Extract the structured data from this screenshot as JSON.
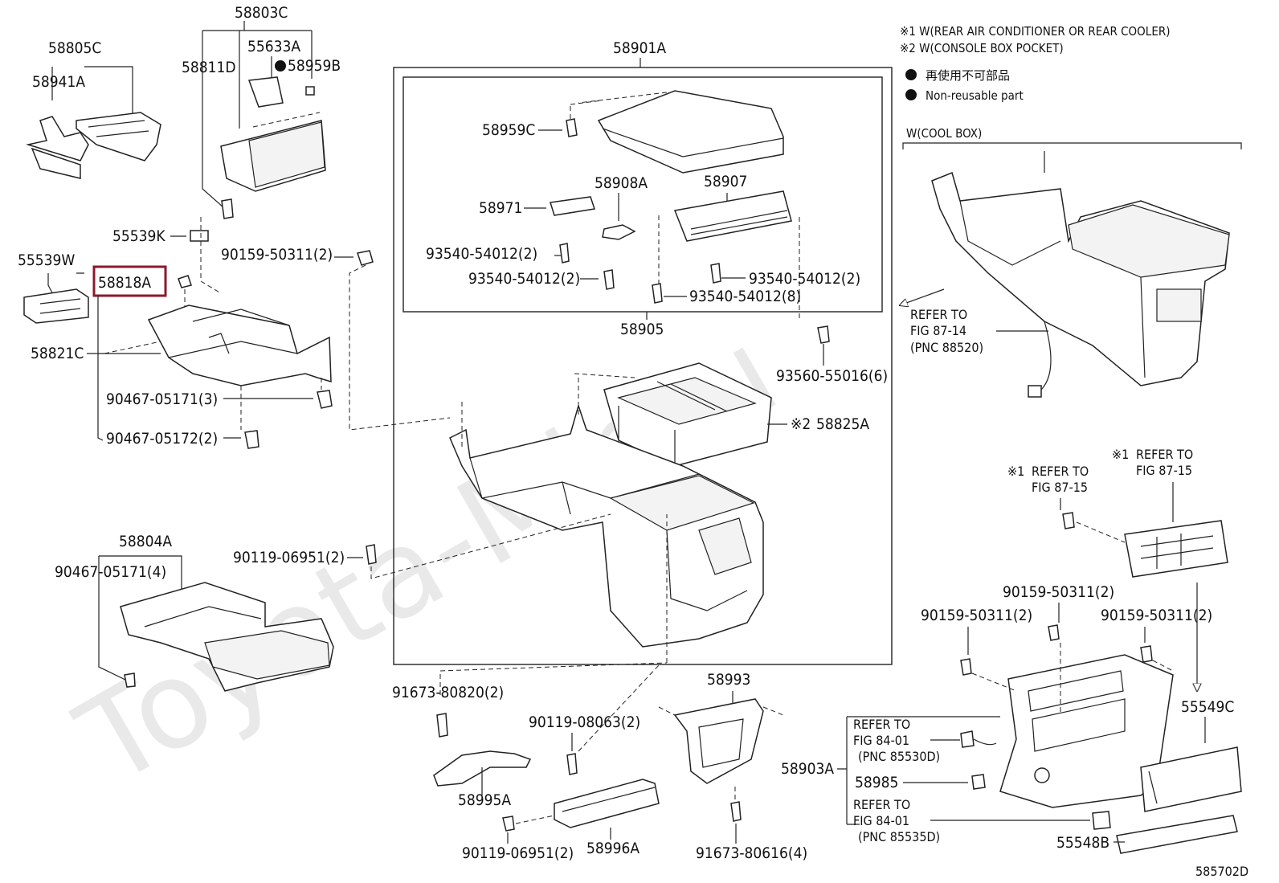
{
  "notes": {
    "note1": "※1 W(REAR AIR CONDITIONER OR REAR COOLER)",
    "note2": "※2 W(CONSOLE BOX POCKET)",
    "legend_jp": "再使用不可部品",
    "legend_en": "Non-reusable part",
    "cool_box": "W(COOL BOX)"
  },
  "watermark": "Toyota-Mir.ru",
  "diagram_id": "585702D",
  "parts": {
    "p58803C": "58803C",
    "p58805C": "58805C",
    "p55633A": "55633A",
    "p58959B": "58959B",
    "p58811D": "58811D",
    "p58941A": "58941A",
    "p55539K": "55539K",
    "p55539W": "55539W",
    "p58818A": "58818A",
    "p58821C": "58821C",
    "p90159_50311_2_a": "90159-50311(2)",
    "p90467_05171_3": "90467-05171(3)",
    "p90467_05172_2": "90467-05172(2)",
    "p58804A": "58804A",
    "p90467_05171_4": "90467-05171(4)",
    "p90119_06951_2_a": "90119-06951(2)",
    "p58901A": "58901A",
    "p58959C": "58959C",
    "p58971": "58971",
    "p58908A": "58908A",
    "p58907": "58907",
    "p93540_a": "93540-54012(2)",
    "p93540_b": "93540-54012(2)",
    "p93540_c": "93540-54012(2)",
    "p93540_8": "93540-54012(8)",
    "p58905": "58905",
    "p93560": "93560-55016(6)",
    "p58825A": "58825A",
    "p58825A_mark": "※2",
    "p91673_80820": "91673-80820(2)",
    "p58995A": "58995A",
    "p90119_08063": "90119-08063(2)",
    "p90119_06951_2_b": "90119-06951(2)",
    "p58996A": "58996A",
    "p58993": "58993",
    "p91673_80616": "91673-80616(4)",
    "p58903A": "58903A",
    "p58985": "58985",
    "p55549C": "55549C",
    "p55548B": "55548B",
    "p90159_50311_2_b": "90159-50311(2)",
    "p90159_50311_2_c": "90159-50311(2)",
    "p90159_50311_2_d": "90159-50311(2)"
  },
  "refs": {
    "r87_14_l1": "REFER TO",
    "r87_14_l2": "FIG 87-14",
    "r87_14_l3": "(PNC 88520)",
    "r87_15a_mark": "※1",
    "r87_15a_l1": "REFER TO",
    "r87_15a_l2": "FIG 87-15",
    "r87_15b_mark": "※1",
    "r87_15b_l1": "REFER TO",
    "r87_15b_l2": "FIG 87-15",
    "r84_01a_l1": "REFER TO",
    "r84_01a_l2": "FIG 84-01",
    "r84_01a_l3": "(PNC 85530D)",
    "r84_01b_l1": "REFER TO",
    "r84_01b_l2": "FIG 84-01",
    "r84_01b_l3": "(PNC 85535D)"
  },
  "highlight_color": "#8b1a2e"
}
